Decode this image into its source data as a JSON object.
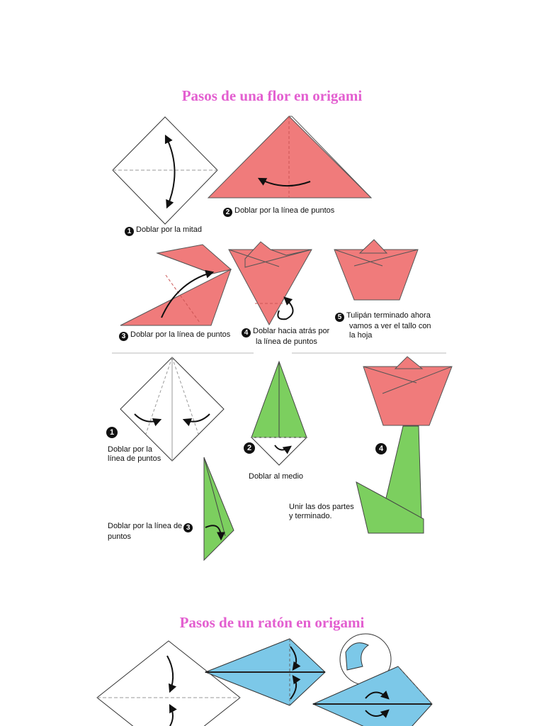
{
  "flower": {
    "title": "Pasos de una flor en origami",
    "steps": {
      "s1": {
        "num": "1",
        "text": "Doblar por la mitad"
      },
      "s2": {
        "num": "2",
        "text": "Doblar por la línea de puntos"
      },
      "s3": {
        "num": "3",
        "text": "Doblar por la línea de puntos"
      },
      "s4": {
        "num": "4",
        "text_l1": "Doblar hacia atrás por",
        "text_l2": "la línea de puntos"
      },
      "s5": {
        "num": "5",
        "text_l1": "Tulipán terminado ahora",
        "text_l2": "vamos a ver el tallo con",
        "text_l3": "la hoja"
      }
    },
    "stem": {
      "s1": {
        "num": "1",
        "text_l1": "Doblar por la",
        "text_l2": "línea de puntos"
      },
      "s2": {
        "num": "2",
        "text": "Doblar al medio"
      },
      "s3": {
        "num": "3",
        "text_l1": "Doblar por la línea de",
        "text_l2": "puntos"
      },
      "s4": {
        "num": "4",
        "text_l1": "Unir las dos partes",
        "text_l2": "y terminado."
      }
    }
  },
  "mouse": {
    "title": "Pasos de un ratón en origami"
  },
  "colors": {
    "title": "#e35fd0",
    "petal": "#f07b7b",
    "leaf": "#7ccf5f",
    "mouse": "#7cc8e8"
  }
}
